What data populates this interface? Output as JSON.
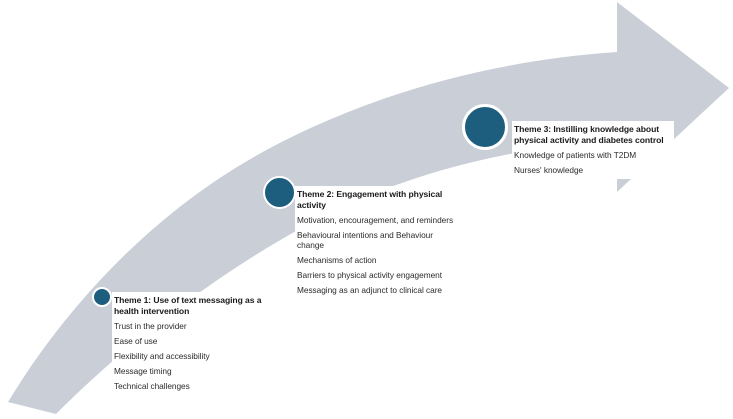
{
  "diagram": {
    "type": "curved-upward-arrow-process",
    "background_color": "#ffffff",
    "arrow_color": "#c9ced7",
    "node_color": "#1d5d7e",
    "node_ring_color": "#ffffff",
    "title_text_color": "#1a1a1a",
    "body_text_color": "#2b2b2b",
    "arrow_direction": "up-right"
  },
  "themes": [
    {
      "marker": "theme-1-node",
      "title": "Theme 1: Use of text messaging as a health intervention",
      "items": [
        "Trust in the provider",
        "Ease of use",
        "Flexibility and accessibility",
        "Message timing",
        "Technical challenges"
      ]
    },
    {
      "marker": "theme-2-node",
      "title": "Theme 2: Engagement with physical activity",
      "items": [
        "Motivation, encouragement, and reminders",
        "Behavioural intentions and Behaviour change",
        "Mechanisms of action",
        "Barriers to physical activity engagement",
        "Messaging as an adjunct to clinical care"
      ]
    },
    {
      "marker": "theme-3-node",
      "title": "Theme 3: Instilling knowledge about physical activity and diabetes control",
      "items": [
        "Knowledge of patients with T2DM",
        "Nurses' knowledge"
      ]
    }
  ]
}
